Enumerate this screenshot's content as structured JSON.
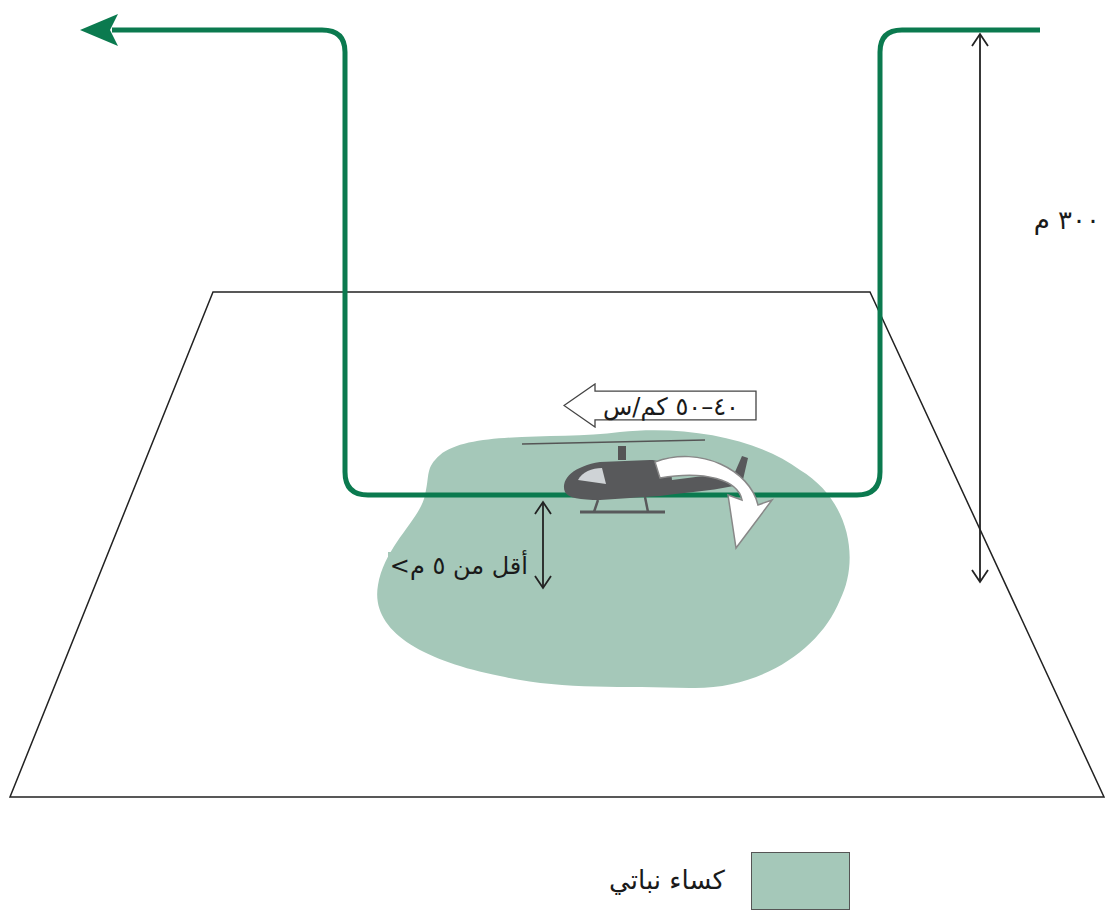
{
  "diagram": {
    "nodes": [
      {
        "text": [
          "٤٠–٥٠ كم/س"
        ]
      }
    ],
    "labels": [
      "٣٠٠ م",
      "<أقل من ٥ م"
    ],
    "legend": [
      {
        "text": "كساء نباتي",
        "color": "#a5c8b9"
      }
    ]
  }
}
